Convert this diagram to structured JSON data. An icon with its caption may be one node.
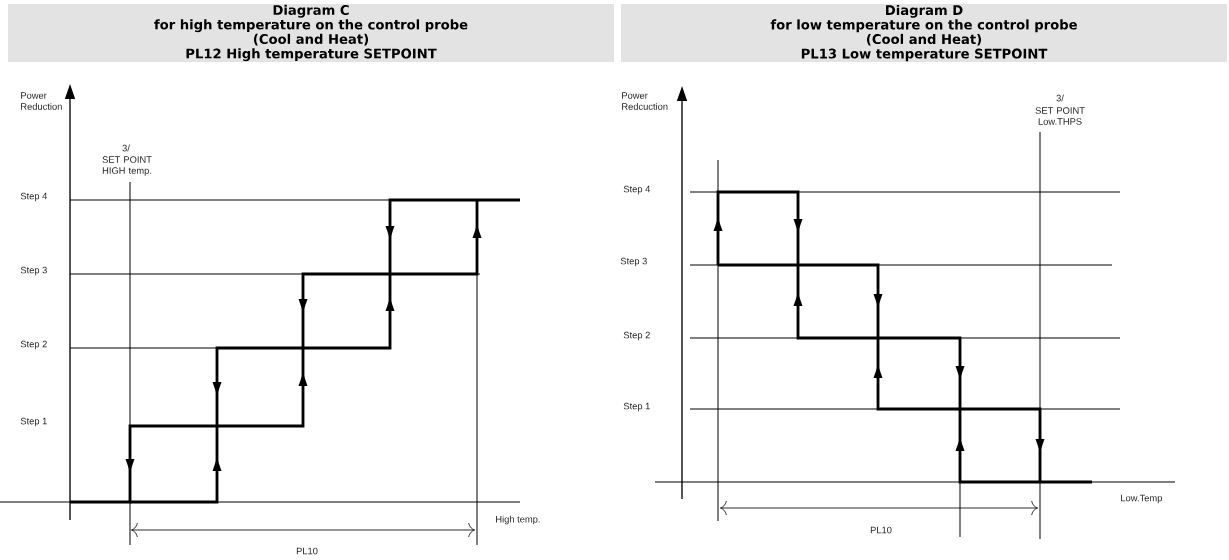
{
  "diagram": {
    "nodes": [
      {
        "text": [
          "Diagram C",
          "for high temperature on the control probe",
          "(Cool and Heat)",
          "PL12 High temperature SETPOINT"
        ]
      },
      {
        "text": [
          "Diagram D",
          "for low temperature on the control probe",
          "(Cool and Heat)",
          "PL13 Low temperature SETPOINT"
        ]
      }
    ],
    "edges": [],
    "labels": [
      "Power Reduction",
      "3/",
      "SET POINT HIGH temp.",
      "Step 4",
      "Step 3",
      "Step 2",
      "Step 1",
      "High temp.",
      "PL10",
      "Power Redcuction",
      "3/",
      "SET POINT Low.THPS",
      "Step 4",
      "Step 3",
      "Step 2",
      "Step 1",
      "Low.Temp",
      "PL10"
    ]
  }
}
